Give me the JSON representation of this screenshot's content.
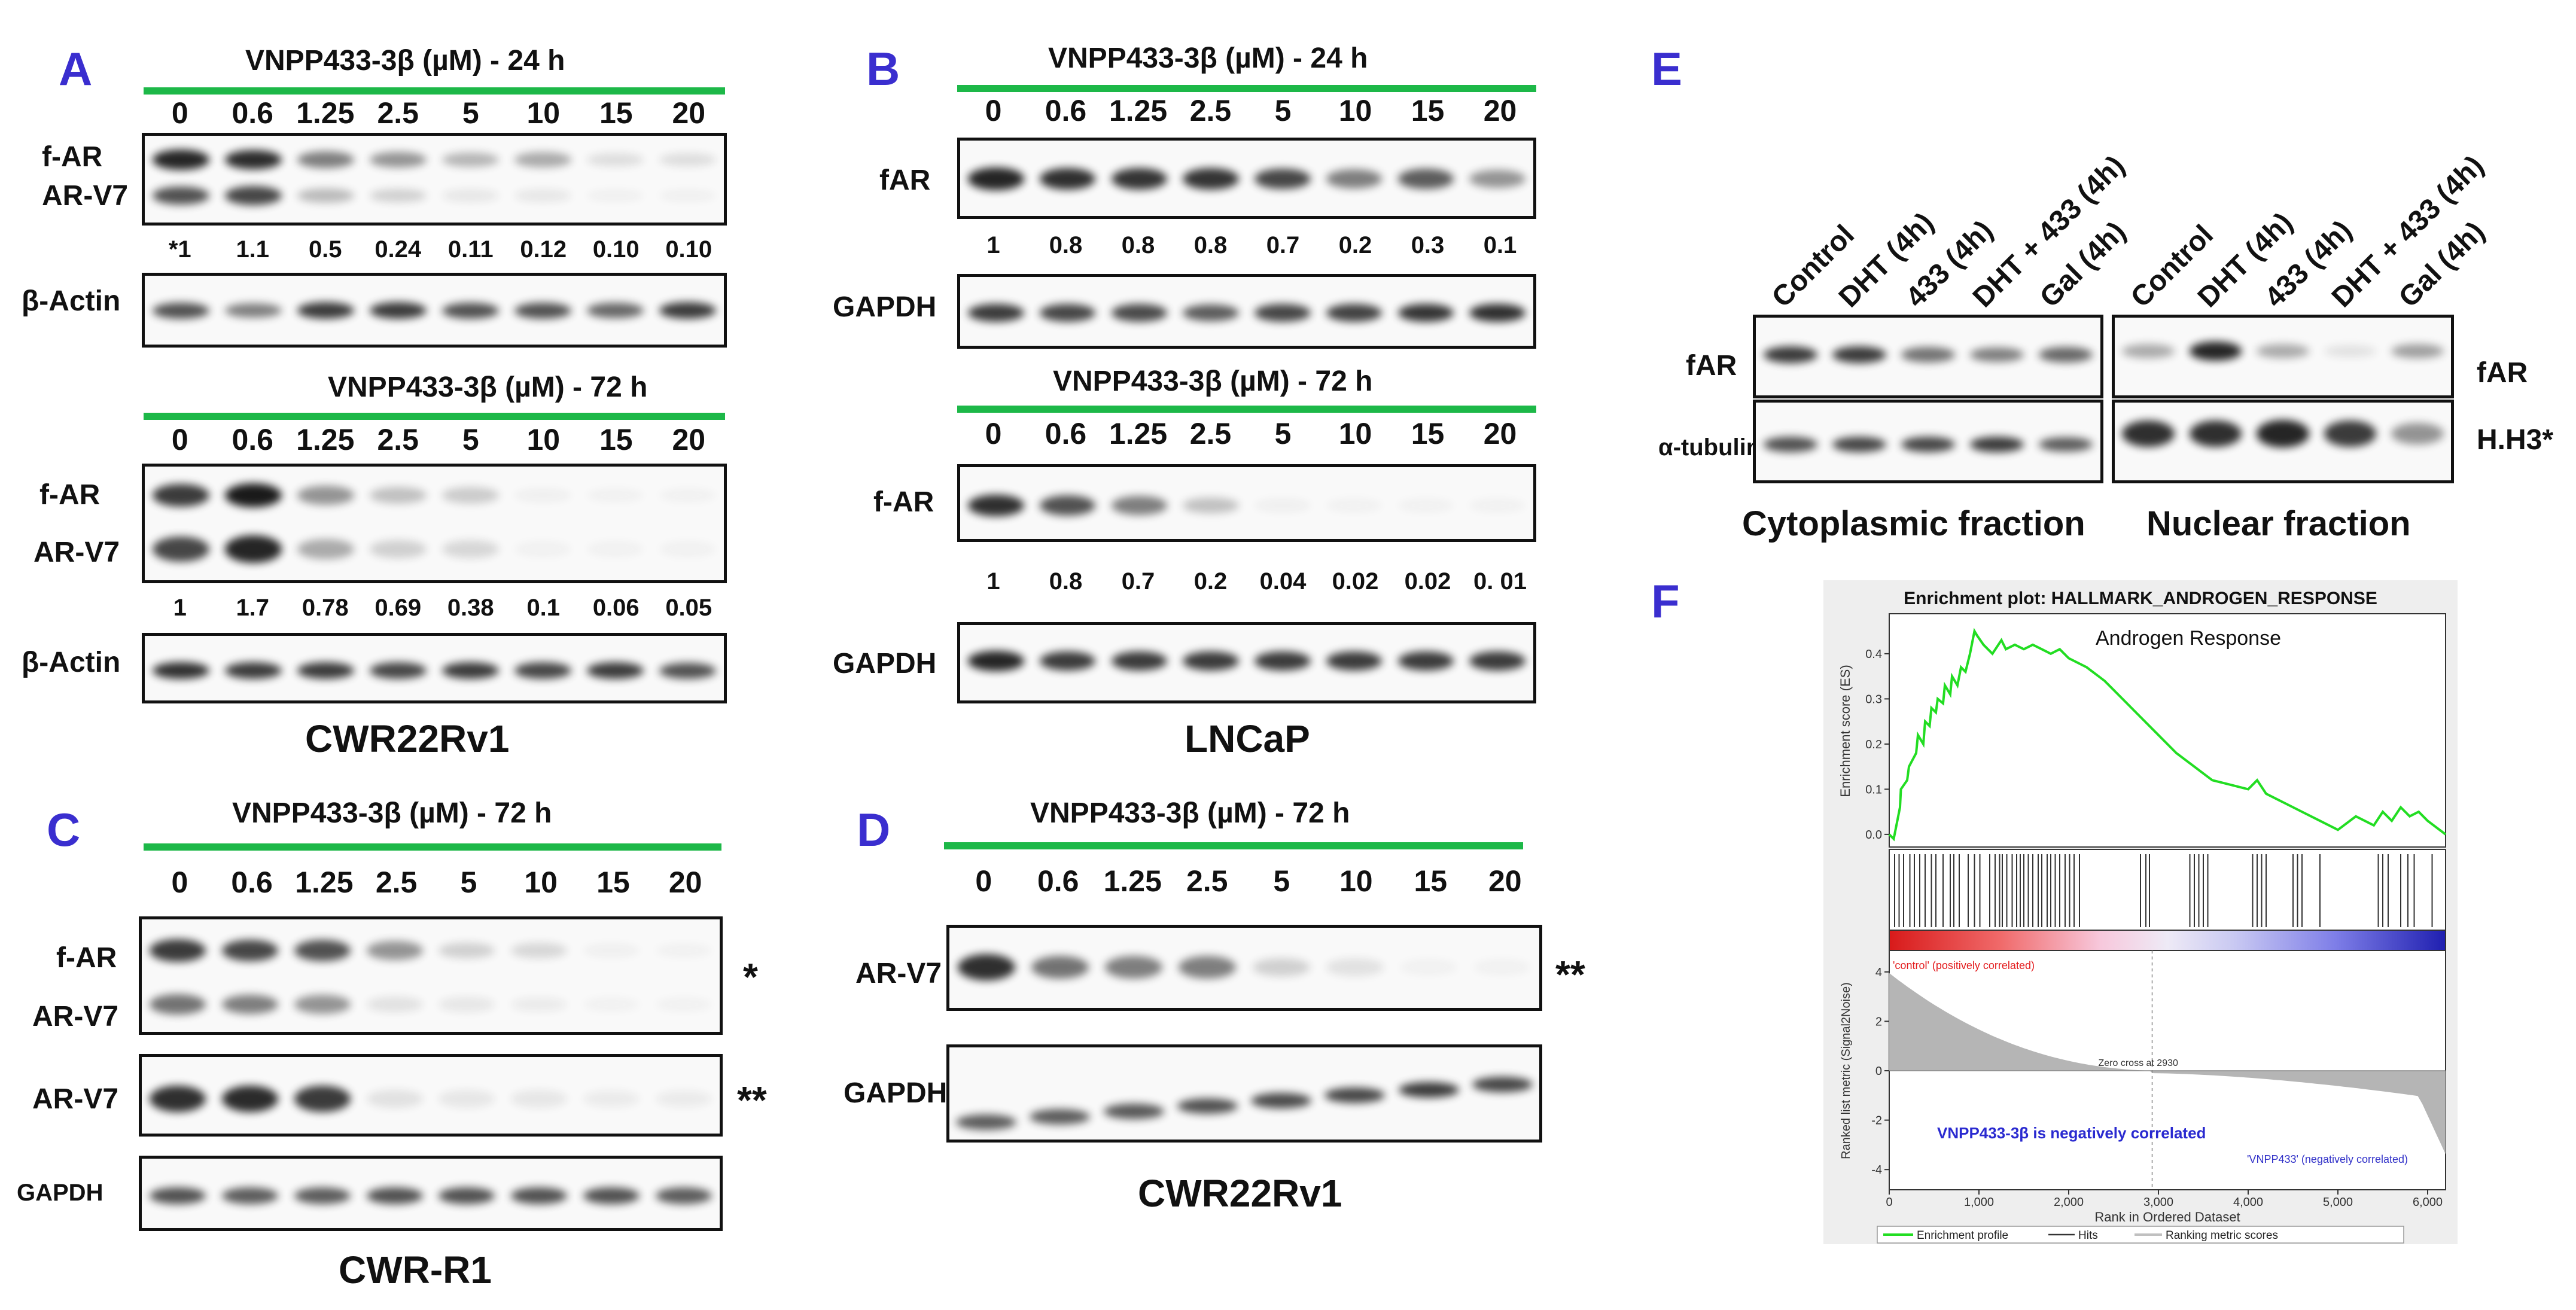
{
  "panelA": {
    "letter": "A",
    "top": {
      "title": "VNPP433-3β (µM) - 24 h",
      "lanes": [
        "0",
        "0.6",
        "1.25",
        "2.5",
        "5",
        "10",
        "15",
        "20"
      ],
      "labels": [
        "f-AR",
        "AR-V7"
      ],
      "quant": [
        "*1",
        "1.1",
        "0.5",
        "0.24",
        "0.11",
        "0.12",
        "0.10",
        "0.10"
      ],
      "fAR": [
        0.95,
        0.92,
        0.55,
        0.45,
        0.3,
        0.35,
        0.12,
        0.12
      ],
      "arv7": [
        0.75,
        0.8,
        0.28,
        0.18,
        0.08,
        0.08,
        0.04,
        0.04
      ],
      "loading_label": "β-Actin",
      "loading": [
        0.75,
        0.55,
        0.85,
        0.85,
        0.75,
        0.75,
        0.65,
        0.85
      ]
    },
    "bottom": {
      "title": "VNPP433-3β (µM) - 72 h",
      "lanes": [
        "0",
        "0.6",
        "1.25",
        "2.5",
        "5",
        "10",
        "15",
        "20"
      ],
      "labels": [
        "f-AR",
        "AR-V7"
      ],
      "quant": [
        "1",
        "1.7",
        "0.78",
        "0.69",
        "0.38",
        "0.1",
        "0.06",
        "0.05"
      ],
      "fAR": [
        0.85,
        1.0,
        0.45,
        0.25,
        0.2,
        0.04,
        0.02,
        0.02
      ],
      "arv7": [
        0.8,
        0.95,
        0.35,
        0.18,
        0.15,
        0.02,
        0.02,
        0.02
      ],
      "loading_label": "β-Actin",
      "loading": [
        0.9,
        0.85,
        0.85,
        0.8,
        0.85,
        0.8,
        0.85,
        0.75
      ]
    },
    "cell_line": "CWR22Rv1"
  },
  "panelB": {
    "letter": "B",
    "top": {
      "title": "VNPP433-3β (µM) - 24 h",
      "lanes": [
        "0",
        "0.6",
        "1.25",
        "2.5",
        "5",
        "10",
        "15",
        "20"
      ],
      "label": "fAR",
      "quant": [
        "1",
        "0.8",
        "0.8",
        "0.8",
        "0.7",
        "0.2",
        "0.3",
        "0.1"
      ],
      "fAR": [
        0.95,
        0.9,
        0.88,
        0.88,
        0.8,
        0.55,
        0.7,
        0.45
      ],
      "loading_label": "GAPDH",
      "loading": [
        0.85,
        0.8,
        0.78,
        0.7,
        0.8,
        0.82,
        0.88,
        0.9
      ]
    },
    "bottom": {
      "title": "VNPP433-3β (µM) - 72 h",
      "lanes": [
        "0",
        "0.6",
        "1.25",
        "2.5",
        "5",
        "10",
        "15",
        "20"
      ],
      "label": "f-AR",
      "quant": [
        "1",
        "0.8",
        "0.7",
        "0.2",
        "0.04",
        "0.02",
        "0.02",
        "0. 01"
      ],
      "fAR": [
        0.9,
        0.75,
        0.55,
        0.25,
        0.04,
        0.02,
        0.02,
        0.02
      ],
      "loading_label": "GAPDH",
      "loading": [
        0.95,
        0.85,
        0.85,
        0.85,
        0.85,
        0.85,
        0.85,
        0.85
      ]
    },
    "cell_line": "LNCaP"
  },
  "panelC": {
    "letter": "C",
    "title": "VNPP433-3β (µM) - 72 h",
    "lanes": [
      "0",
      "0.6",
      "1.25",
      "2.5",
      "5",
      "10",
      "15",
      "20"
    ],
    "labels": [
      "f-AR",
      "AR-V7"
    ],
    "fAR": [
      0.85,
      0.8,
      0.75,
      0.45,
      0.18,
      0.15,
      0.04,
      0.02
    ],
    "arv7": [
      0.6,
      0.55,
      0.45,
      0.1,
      0.08,
      0.06,
      0.03,
      0.02
    ],
    "star1": "*",
    "label2": "AR-V7",
    "arv7b": [
      0.9,
      0.92,
      0.85,
      0.1,
      0.08,
      0.08,
      0.06,
      0.06
    ],
    "star2": "**",
    "loading_label": "GAPDH",
    "loading": [
      0.75,
      0.7,
      0.7,
      0.75,
      0.75,
      0.75,
      0.75,
      0.7
    ],
    "cell_line": "CWR-R1"
  },
  "panelD": {
    "letter": "D",
    "title": "VNPP433-3β (µM) - 72 h",
    "lanes": [
      "0",
      "0.6",
      "1.25",
      "2.5",
      "5",
      "10",
      "15",
      "20"
    ],
    "label": "AR-V7",
    "arv7": [
      0.9,
      0.6,
      0.55,
      0.55,
      0.18,
      0.1,
      0.03,
      0.02
    ],
    "star": "**",
    "loading_label": "GAPDH",
    "loading": [
      0.7,
      0.7,
      0.72,
      0.75,
      0.78,
      0.8,
      0.85,
      0.8
    ],
    "cell_line": "CWR22Rv1"
  },
  "panelE": {
    "letter": "E",
    "columns": [
      "Control",
      "DHT (4h)",
      "433 (4h)",
      "DHT + 433 (4h)",
      "Gal (4h)"
    ],
    "cyto_label_left": "fAR",
    "cyto_loading_left": "α-tubulin",
    "nuc_label_right": "fAR",
    "nuc_loading_right": "H.H3*",
    "cyto_fAR": [
      0.85,
      0.85,
      0.6,
      0.55,
      0.65
    ],
    "cyto_tub": [
      0.75,
      0.8,
      0.8,
      0.85,
      0.7
    ],
    "nuc_fAR": [
      0.35,
      0.95,
      0.35,
      0.1,
      0.4
    ],
    "nuc_h3": [
      0.9,
      0.9,
      0.95,
      0.85,
      0.45
    ],
    "cyto_title": "Cytoplasmic  fraction",
    "nuc_title": "Nuclear fraction"
  },
  "panelF": {
    "letter": "F",
    "plot_title": "Enrichment plot: HALLMARK_ANDROGEN_RESPONSE",
    "chart_data": {
      "type": "line",
      "title": "Androgen Response",
      "xlabel": "Rank in Ordered Dataset",
      "ylabel": "Enrichment score (ES)",
      "ylim": [
        -0.02,
        0.47
      ],
      "xlim": [
        0,
        6200
      ],
      "yticks": [
        "0.0",
        "0.1",
        "0.2",
        "0.3",
        "0.4"
      ],
      "xticks": [
        "0",
        "1,000",
        "2,000",
        "3,000",
        "4,000",
        "5,000",
        "6,000"
      ],
      "x": [
        0,
        50,
        120,
        130,
        200,
        220,
        300,
        320,
        380,
        400,
        450,
        470,
        520,
        540,
        600,
        620,
        680,
        700,
        760,
        800,
        850,
        900,
        950,
        980,
        1050,
        1150,
        1250,
        1300,
        1400,
        1500,
        1600,
        1700,
        1800,
        1900,
        2000,
        2200,
        2400,
        2600,
        2800,
        3000,
        3200,
        3400,
        3600,
        3800,
        4000,
        4100,
        4200,
        4400,
        4600,
        4800,
        5000,
        5200,
        5400,
        5500,
        5600,
        5700,
        5800,
        5900,
        6000,
        6200
      ],
      "y": [
        0.0,
        -0.01,
        0.06,
        0.1,
        0.12,
        0.15,
        0.18,
        0.22,
        0.2,
        0.25,
        0.24,
        0.28,
        0.27,
        0.3,
        0.29,
        0.33,
        0.31,
        0.35,
        0.33,
        0.37,
        0.36,
        0.4,
        0.45,
        0.44,
        0.42,
        0.4,
        0.43,
        0.41,
        0.42,
        0.41,
        0.42,
        0.41,
        0.4,
        0.41,
        0.39,
        0.37,
        0.34,
        0.3,
        0.26,
        0.22,
        0.18,
        0.15,
        0.12,
        0.11,
        0.1,
        0.12,
        0.09,
        0.07,
        0.05,
        0.03,
        0.01,
        0.04,
        0.02,
        0.05,
        0.03,
        0.06,
        0.04,
        0.05,
        0.03,
        0.0
      ],
      "hits": [
        60,
        110,
        160,
        230,
        280,
        340,
        400,
        470,
        520,
        600,
        680,
        720,
        780,
        880,
        950,
        1010,
        1120,
        1180,
        1230,
        1260,
        1310,
        1370,
        1420,
        1460,
        1500,
        1550,
        1600,
        1660,
        1700,
        1760,
        1800,
        1850,
        1900,
        1960,
        2010,
        2060,
        2120,
        2800,
        2860,
        2900,
        3350,
        3400,
        3450,
        3500,
        3550,
        4050,
        4100,
        4150,
        4200,
        4500,
        4550,
        4600,
        4800,
        5450,
        5500,
        5560,
        5700,
        5780,
        5850,
        6050
      ]
    },
    "metric": {
      "ylabel": "Ranked list metric (Signal2Noise)",
      "yticks": [
        "4",
        "2",
        "0",
        "-2",
        "-4"
      ],
      "pos_label": "'control' (positively correlated)",
      "neg_label": "'VNPP433' (negatively correlated)",
      "zero_cross": "Zero cross at 2930",
      "note": "VNPP433-3β is negatively correlated"
    },
    "legend": [
      "Enrichment profile",
      "Hits",
      "Ranking metric scores"
    ],
    "colors": {
      "es": "#22dd22",
      "hits": "#333333",
      "metric": "#b5b5b5",
      "red": "#e31a1c",
      "blue": "#3030c8",
      "note": "#2a2ad0"
    }
  }
}
